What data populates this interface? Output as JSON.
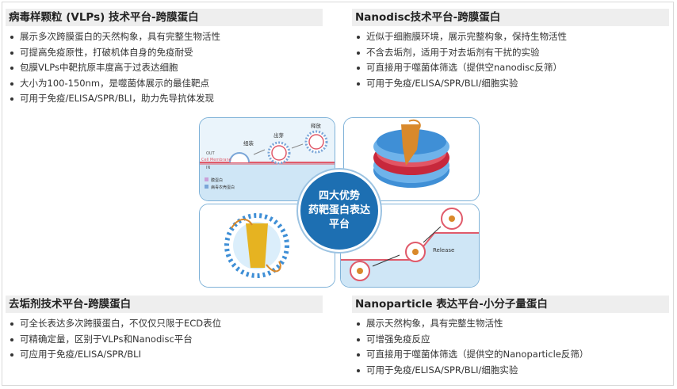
{
  "top_left": {
    "title": "病毒样颗粒 (VLPs) 技术平台-跨膜蛋白",
    "items": [
      "展示多次跨膜蛋白的天然构象，具有完整生物活性",
      "可提高免疫原性，打破机体自身的免疫耐受",
      "包膜VLPs中靶抗原丰度高于过表达细胞",
      "大小为100-150nm，是噬菌体展示的最佳靶点",
      "可用于免疫/ELISA/SPR/BLI，助力先导抗体发现"
    ]
  },
  "top_right": {
    "title": "Nanodisc技术平台-跨膜蛋白",
    "items": [
      "近似于细胞膜环境，展示完整构象，保持生物活性",
      "不含去垢剂，适用于对去垢剂有干扰的实验",
      "可直接用于噬菌体筛选（提供空nanodisc反筛）",
      "可用于免疫/ELISA/SPR/BLI/细胞实验"
    ]
  },
  "bottom_left": {
    "title": "去垢剂技术平台-跨膜蛋白",
    "items": [
      "可全长表达多次跨膜蛋白，不仅仅只限于ECD表位",
      "可精确定量，区别于VLPs和Nanodisc平台",
      "可应用于免疫/ELISA/SPR/BLI"
    ]
  },
  "bottom_right": {
    "title": "Nanoparticle 表达平台-小分子量蛋白",
    "items": [
      "展示天然构象，具有完整生物活性",
      "可增强免疫反应",
      "可直接用于噬菌体筛选（提供空的Nanoparticle反筛）",
      "可用于免疫/ELISA/SPR/BLI/细胞实验"
    ]
  },
  "center": {
    "line1": "四大优势",
    "line2": "药靶蛋白表达",
    "line3": "平台"
  },
  "vlp_panel": {
    "stage1": "组装",
    "stage2": "出芽",
    "stage3": "释放",
    "out_label": "OUT",
    "membrane_label": "Cell Membrane",
    "in_label": "IN",
    "legend_protein": "膜蛋白",
    "legend_capsid": "病毒衣壳蛋白"
  },
  "np_panel": {
    "release_label": "Release"
  },
  "colors": {
    "accent_blue": "#1d6fb2",
    "panel_border": "#7fb2d8",
    "title_bg": "#eeeeee",
    "protein_orange": "#d9892b",
    "disc_red": "#c7283c",
    "lipid_blue": "#3f8fd6"
  }
}
